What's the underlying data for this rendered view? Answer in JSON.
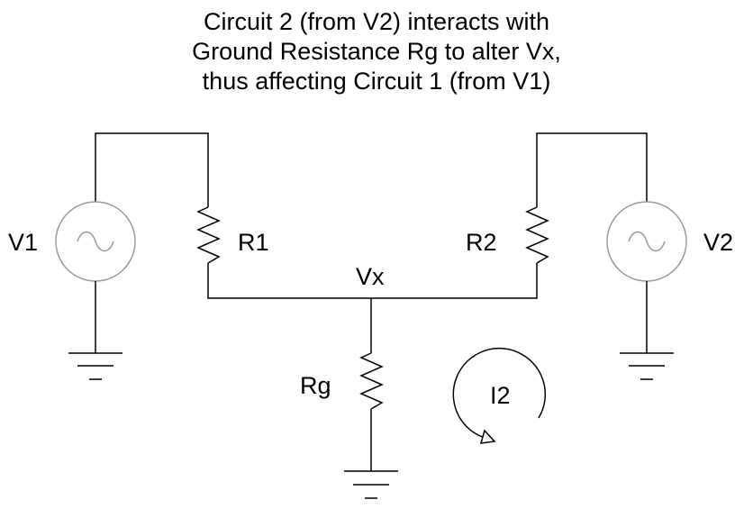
{
  "title": {
    "lines": [
      "Circuit 2 (from V2) interacts with",
      "Ground Resistance Rg to alter Vx,",
      "thus affecting Circuit 1 (from V1)"
    ]
  },
  "labels": {
    "v1": "V1",
    "r1": "R1",
    "vx": "Vx",
    "r2": "R2",
    "v2": "V2",
    "rg": "Rg",
    "i2": "I2"
  }
}
